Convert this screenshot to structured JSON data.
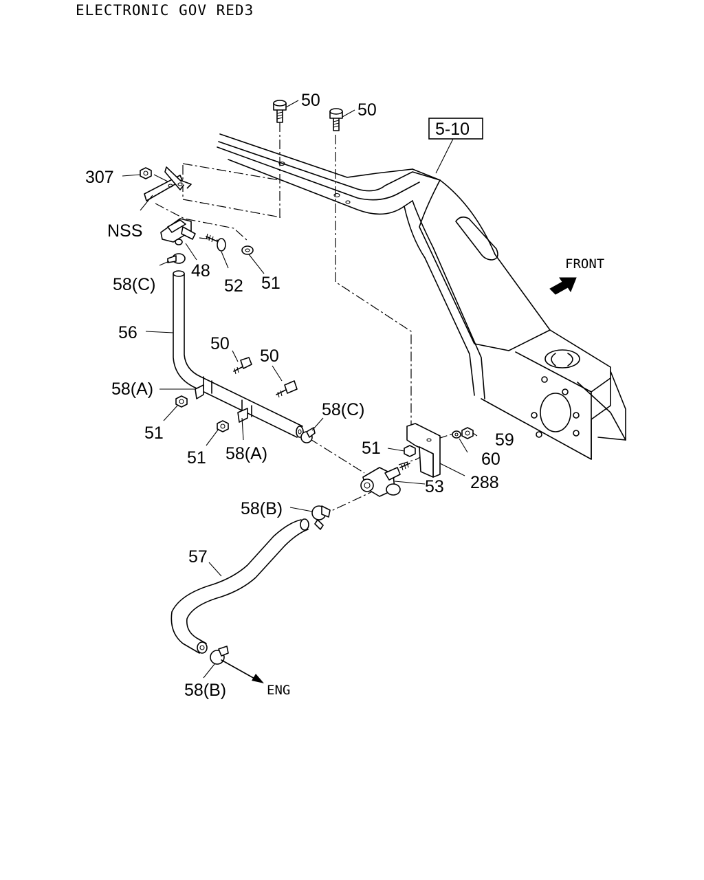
{
  "title": "ELECTRONIC GOV RED3",
  "ref_box": "5-10",
  "direction_label": "FRONT",
  "engine_label": "ENG",
  "callouts": {
    "c50a": "50",
    "c50b": "50",
    "c307": "307",
    "cnss": "NSS",
    "c58c_top": "58(C)",
    "c48": "48",
    "c52": "52",
    "c51_top": "51",
    "c56": "56",
    "c50c": "50",
    "c50d": "50",
    "c58a_left": "58(A)",
    "c51_left": "51",
    "c51_mid": "51",
    "c58a_mid": "58(A)",
    "c58c_mid": "58(C)",
    "c51_right": "51",
    "c59": "59",
    "c60": "60",
    "c288": "288",
    "c53": "53",
    "c58b_top": "58(B)",
    "c57": "57",
    "c58b_bottom": "58(B)"
  }
}
